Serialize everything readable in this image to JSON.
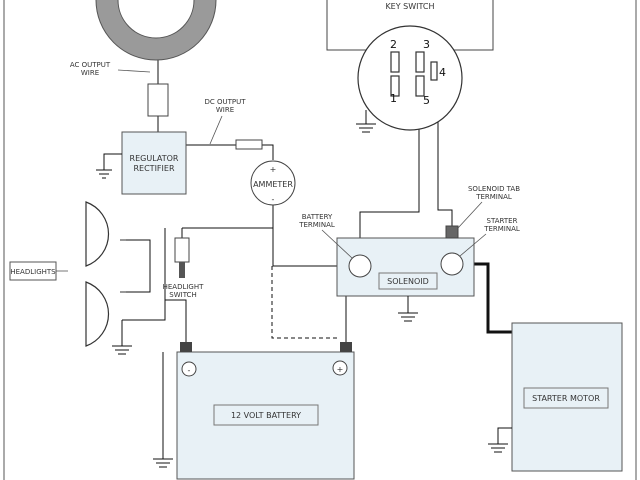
{
  "colors": {
    "wire": "#111111",
    "box_fill": "#e8f1f6",
    "box_stroke": "#555555",
    "stator_ring": "#999999",
    "terminal": "#555555"
  },
  "labels": {
    "key_switch": "KEY SWITCH",
    "ac_output_wire_1": "AC OUTPUT",
    "ac_output_wire_2": "WIRE",
    "dc_output_wire_1": "DC OUTPUT",
    "dc_output_wire_2": "WIRE",
    "regulator_rectifier_1": "REGULATOR",
    "regulator_rectifier_2": "RECTIFIER",
    "ammeter": "AMMETER",
    "ammeter_plus": "+",
    "ammeter_minus": "-",
    "solenoid_tab_terminal_1": "SOLENOID TAB",
    "solenoid_tab_terminal_2": "TERMINAL",
    "battery_terminal_1": "BATTERY",
    "battery_terminal_2": "TERMINAL",
    "starter_terminal_1": "STARTER",
    "starter_terminal_2": "TERMINAL",
    "solenoid": "SOLENOID",
    "headlights": "HEADLIGHTS",
    "headlight_switch_1": "HEADLIGHT",
    "headlight_switch_2": "SWITCH",
    "battery": "12 VOLT BATTERY",
    "battery_minus": "-",
    "battery_plus": "+",
    "starter_motor": "STARTER MOTOR"
  },
  "key_switch_pins": [
    "1",
    "2",
    "3",
    "4",
    "5"
  ]
}
